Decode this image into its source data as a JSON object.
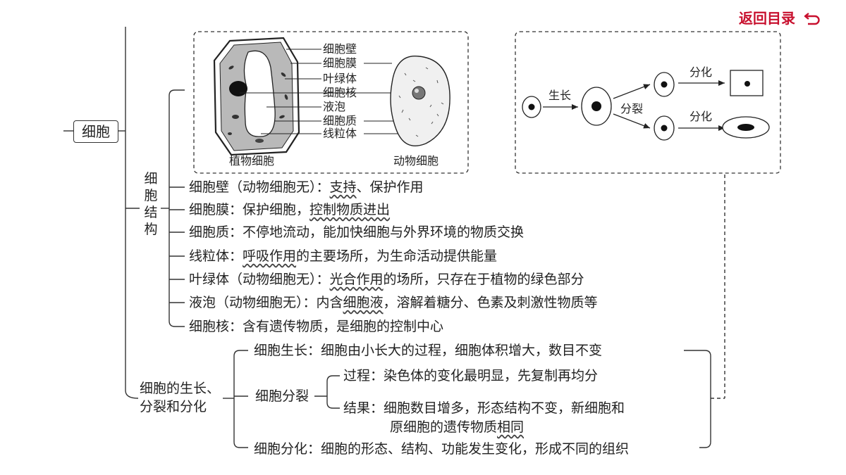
{
  "nav": {
    "return_label": "返回目录"
  },
  "root": {
    "label": "细胞"
  },
  "structure": {
    "title_chars": [
      "细",
      "胞",
      "结",
      "构"
    ],
    "plant_cell_labels": [
      "细胞壁",
      "细胞膜",
      "叶绿体",
      "细胞核",
      "液泡",
      "细胞质",
      "线粒体"
    ],
    "plant_caption": "植物细胞",
    "animal_caption": "动物细胞",
    "items": [
      {
        "pre": "细胞壁（动物细胞无）：",
        "wavy": "支持",
        "post": "、保护作用"
      },
      {
        "pre": "细胞膜：保护细胞，",
        "wavy": "控制物质进出",
        "post": ""
      },
      {
        "pre": "细胞质：不停地流动，能加快细胞与外界环境的物质交换",
        "wavy": "",
        "post": ""
      },
      {
        "pre": "线粒体：",
        "wavy": "呼吸作用",
        "post": "的主要场所，为生命活动提供能量"
      },
      {
        "pre": "叶绿体（动物细胞无）：",
        "wavy": "光合作用",
        "post": "的场所，只存在于植物的绿色部分"
      },
      {
        "pre": "液泡（动物细胞无）：内含",
        "wavy": "细胞液",
        "post": "，溶解着糖分、色素及刺激性物质等"
      },
      {
        "pre": "细胞核：含有遗传物质，是细胞的控制中心",
        "wavy": "",
        "post": ""
      }
    ]
  },
  "growth": {
    "title_line1": "细胞的生长、",
    "title_line2": "分裂和分化",
    "growth_item": "细胞生长：细胞由小长大的过程，细胞体积增大，数目不变",
    "division_label": "细胞分裂",
    "process_item": "过程：染色体的变化最明显，先复制再均分",
    "result_line1": "结果：细胞数目增多，形态结构不变，新细胞和",
    "result_line2_pre": "原细胞的遗传物质",
    "result_line2_wavy": "相同",
    "differentiation_item": "细胞分化：细胞的形态、结构、功能发生变化，形成不同的组织"
  },
  "process_diagram": {
    "growth_label": "生长",
    "division_label": "分裂",
    "differentiation_label_top": "分化",
    "differentiation_label_bottom": "分化"
  },
  "colors": {
    "accent": "#c8102e",
    "line": "#333333"
  }
}
